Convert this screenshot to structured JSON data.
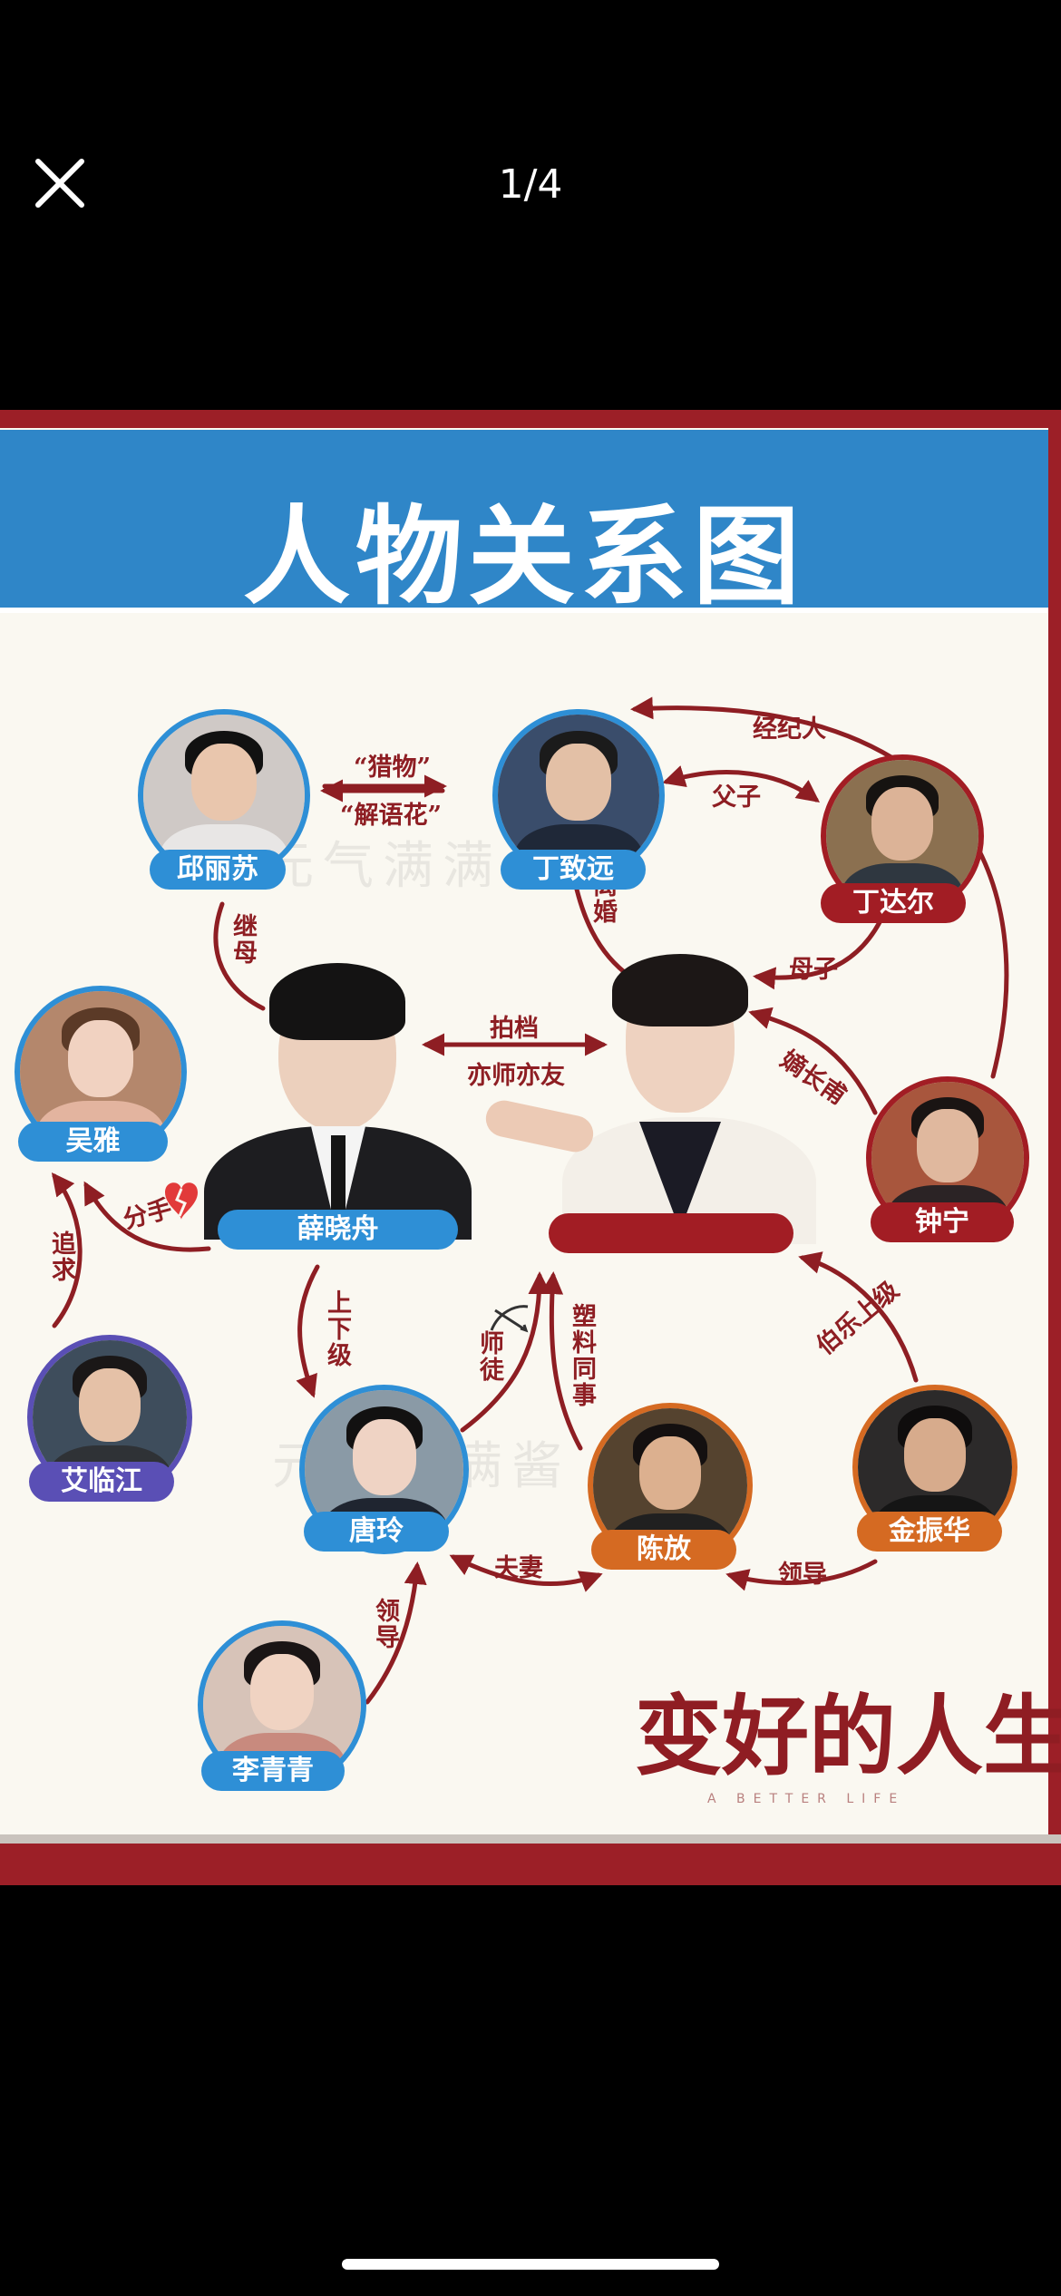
{
  "viewer": {
    "counter": "1/4",
    "close_icon": "close-icon"
  },
  "poster": {
    "title": "人物关系图",
    "watermark": "元气满满酱",
    "logo": {
      "title": "变好的人生",
      "subtitle": "A BETTER LIFE"
    },
    "characters": {
      "qiu_lisu": "邱丽苏",
      "ding_zhiyuan": "丁致远",
      "ding_daer": "丁达尔",
      "wu_ya": "吴雅",
      "xue_xiaozhou": "薛晓舟",
      "zhong_ning": "钟宁",
      "ai_linjiang": "艾临江",
      "tang_ling": "唐玲",
      "chen_fang": "陈放",
      "jin_zhenhua": "金振华",
      "li_qingqing": "李青青"
    },
    "relations": {
      "liewu": "“猎物”",
      "jieyuhua": "“解语花”",
      "jingjiren": "经纪人",
      "fuzi": "父子",
      "jimu": "继母",
      "lihun": "离婚",
      "muzi": "母子",
      "paidang": "拍档",
      "yishiyiyou": "亦师亦友",
      "dizhangyong": "嫡长甫",
      "fenshou": "分手",
      "zhuiqiu": "追求",
      "shangxiaji": "上下级",
      "shitu": "师徒",
      "suliaotongshi": "塑料同事",
      "boleshangji": "伯乐上级",
      "fuqi": "夫妻",
      "lingdao1": "领导",
      "lingdao2": "领导"
    }
  },
  "colors": {
    "blue": "#2e8fd6",
    "red": "#a21d24",
    "orange": "#d56a22",
    "purple": "#5a4fb5",
    "banner": "#2f86c8"
  }
}
